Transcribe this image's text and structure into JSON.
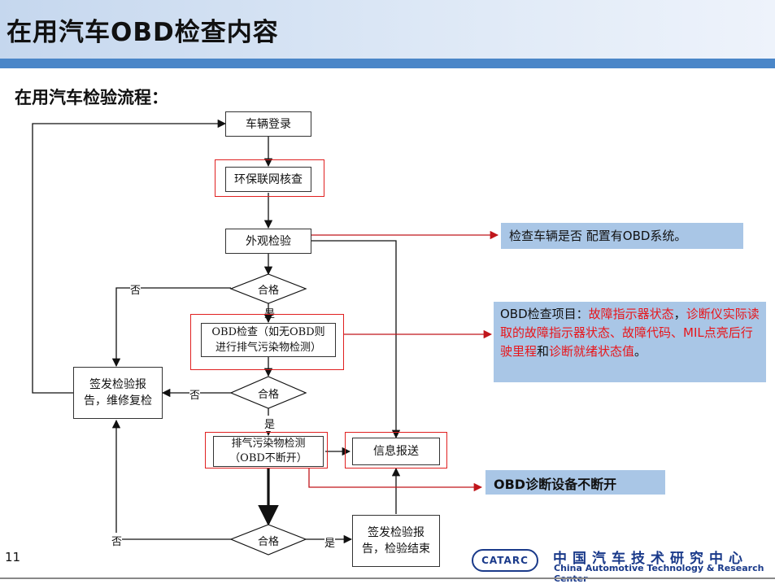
{
  "header": {
    "title": "在用汽车OBD检查内容"
  },
  "subtitle": "在用汽车检验流程：",
  "flow": {
    "register": "车辆登录",
    "network_check": "环保联网核查",
    "visual_check": "外观检验",
    "decision_label": "合格",
    "obd_check_line1": "OBD检查（如无OBD则",
    "obd_check_line2": "进行排气污染物检测）",
    "emission_line1": "排气污染物检测",
    "emission_line2": "（OBD不断开）",
    "info_report": "信息报送",
    "repair_line1": "签发检验报",
    "repair_line2": "告，维修复检",
    "finish_line1": "签发检验报",
    "finish_line2": "告，检验结束",
    "yes": "是",
    "no": "否"
  },
  "notes": {
    "note1": "检查车辆是否 配置有OBD系统。",
    "note2": {
      "prefix": "OBD检查项目：",
      "red1": "故障指示器状态",
      "sep1": "，",
      "red2": "诊断仪实际读取的故障指示器状态、故障代码、MIL点亮后行驶里程",
      "and": "和",
      "red3": "诊断就绪状态值",
      "end": "。"
    },
    "note3": "OBD诊断设备不断开"
  },
  "footer": {
    "page_number": "11",
    "logo_mark": "CATARC",
    "org_cn": "中国汽车技术研究中心",
    "org_en": "China Automotive Technology & Research Center"
  },
  "colors": {
    "accent_bar": "#4a86c8",
    "note_bg": "#a9c6e6",
    "highlight_red": "#e8161b",
    "arrow_red": "#c0161b"
  }
}
